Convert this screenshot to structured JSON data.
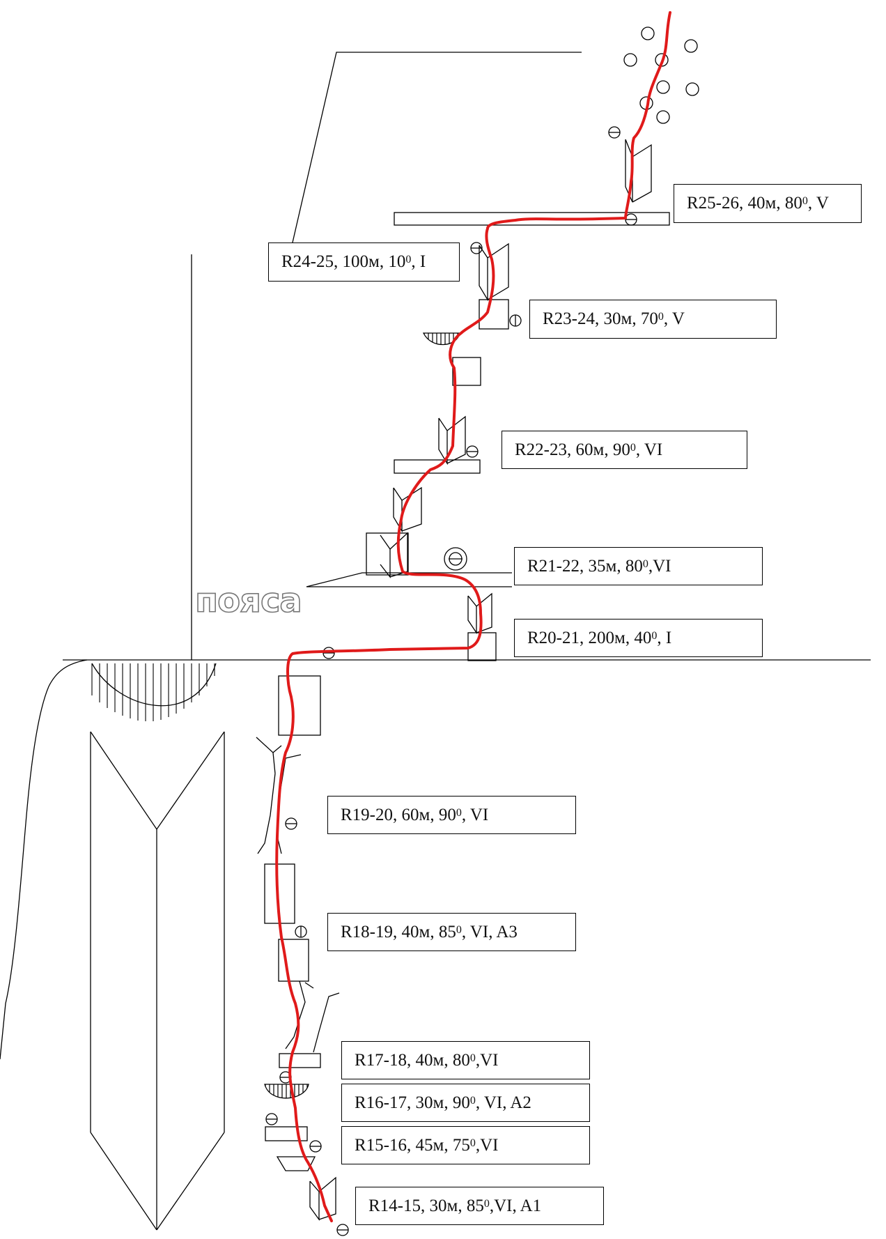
{
  "zone_label": "пояса",
  "pitches": [
    {
      "id": "R25-26",
      "pre": "R25-26, 40м, 80",
      "deg": "0",
      "post": ", V"
    },
    {
      "id": "R24-25",
      "pre": "R24-25, 100м, 10",
      "deg": "0",
      "post": ", I"
    },
    {
      "id": "R23-24",
      "pre": "R23-24, 30м, 70",
      "deg": "0",
      "post": ", V"
    },
    {
      "id": "R22-23",
      "pre": "R22-23, 60м, 90",
      "deg": "0",
      "post": ", VI"
    },
    {
      "id": "R21-22",
      "pre": "R21-22, 35м, 80",
      "deg": "0",
      "post": ",VI"
    },
    {
      "id": "R20-21",
      "pre": "R20-21, 200м, 40",
      "deg": "0",
      "post": ", I"
    },
    {
      "id": "R19-20",
      "pre": "R19-20, 60м, 90",
      "deg": "0",
      "post": ", VI"
    },
    {
      "id": "R18-19",
      "pre": "R18-19, 40м, 85",
      "deg": "0",
      "post": ", VI, A3"
    },
    {
      "id": "R17-18",
      "pre": "R17-18, 40м, 80",
      "deg": "0",
      "post": ",VI"
    },
    {
      "id": "R16-17",
      "pre": "R16-17, 30м, 90",
      "deg": "0",
      "post": ", VI, A2"
    },
    {
      "id": "R15-16",
      "pre": "R15-16, 45м, 75",
      "deg": "0",
      "post": ",VI"
    },
    {
      "id": "R14-15",
      "pre": "R14-15, 30м, 85",
      "deg": "0",
      "post": ",VI, A1"
    }
  ],
  "colors": {
    "route": "#e01a1a",
    "line": "#000000",
    "box_border": "#000000"
  },
  "icons": [
    "anchor-station-icon",
    "snow-field-icon",
    "corner-dihedral-icon",
    "ledge-icon",
    "boulder-icon",
    "overhang-icon"
  ]
}
